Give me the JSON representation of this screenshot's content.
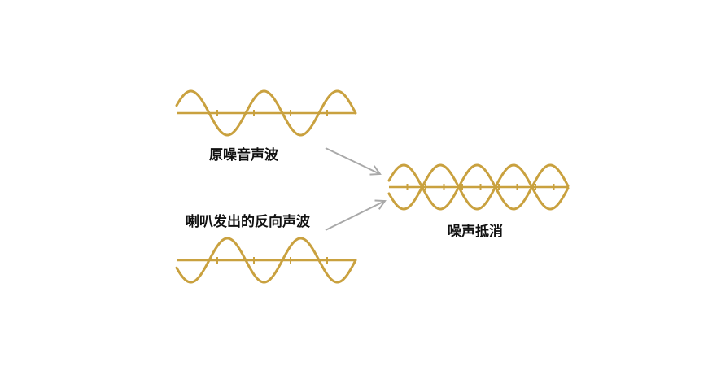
{
  "labels": {
    "original_wave": "原噪音声波",
    "inverse_wave": "喇叭发出的反向声波",
    "cancellation": "噪声抵消"
  },
  "colors": {
    "wave": "#C9A13F",
    "arrow": "#A9A9A9",
    "text": "#111111"
  }
}
